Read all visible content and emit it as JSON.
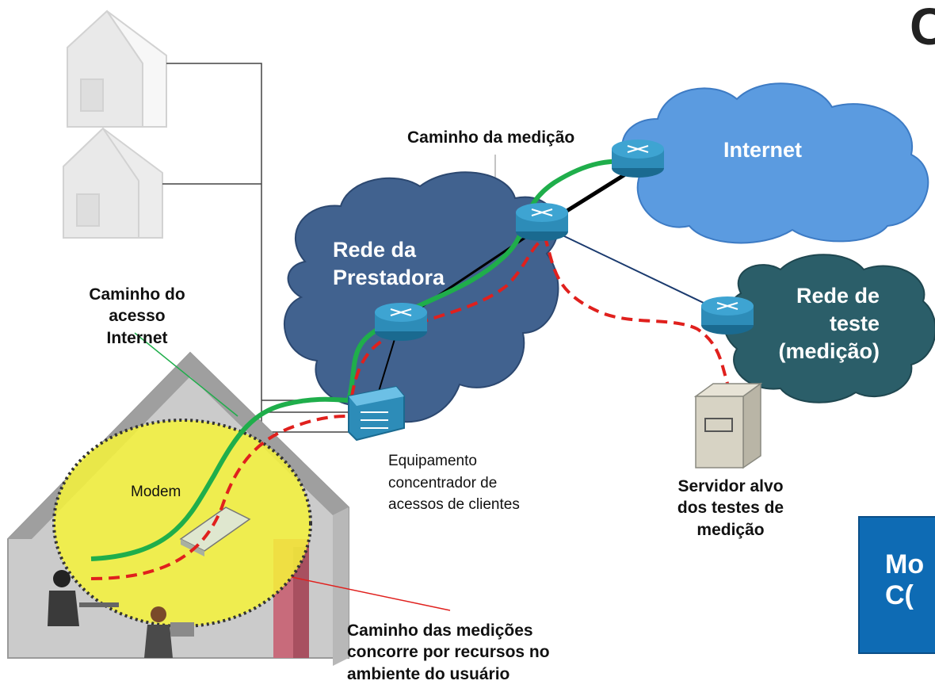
{
  "labels": {
    "caminho_medicao": "Caminho da medição",
    "internet": "Internet",
    "rede_prestadora": "Rede da\nPrestadora",
    "rede_teste": "Rede de\nteste\n(medição)",
    "caminho_acesso": "Caminho do\nacesso Internet",
    "modem": "Modem",
    "equipamento": "Equipamento\nconcentrador de\nacessos de clientes",
    "servidor": "Servidor alvo\ndos testes de\nmedição",
    "concorre": "Caminho das medições\nconcorre por recursos no\nambiente do usuário",
    "corner_c": "C",
    "box_text": "Mo\nC("
  },
  "colors": {
    "cloud_internet": "#5b9be0",
    "cloud_prestadora": "#41628f",
    "cloud_teste": "#2b5e69",
    "green_path": "#1fae4b",
    "red_path": "#e0201d",
    "router": "#2d8cb8",
    "bubble": "#f6f33a",
    "box": "#0e6bb4"
  },
  "icons": [
    "house-icon",
    "router-icon",
    "server-icon",
    "concentrator-icon",
    "modem-icon",
    "person-icon"
  ]
}
